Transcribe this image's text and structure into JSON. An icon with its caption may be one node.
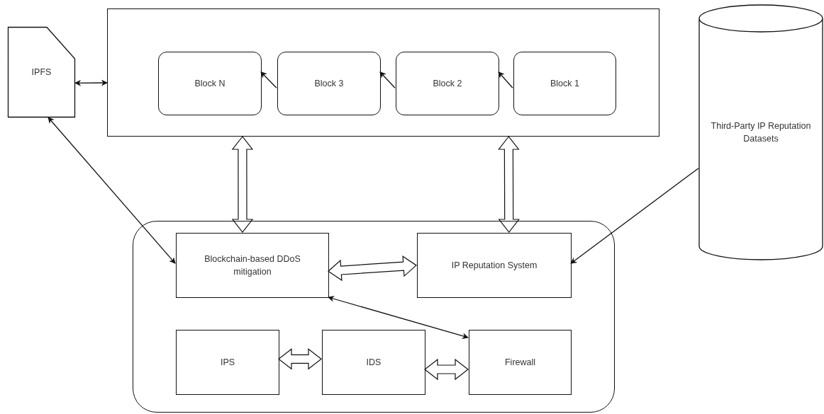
{
  "diagram": {
    "nodes": [
      {
        "text": [
          "IPFS"
        ]
      },
      {
        "text": [],
        "shape": "box"
      },
      {
        "text": [
          "Block N"
        ],
        "in": 1
      },
      {
        "text": [
          "Block 3"
        ],
        "in": 1
      },
      {
        "text": [
          "Block 2"
        ],
        "in": 1
      },
      {
        "text": [
          "Block 1"
        ],
        "in": 1
      },
      {
        "text": [
          "Third-Party IP Reputation Datasets"
        ]
      },
      {
        "text": [],
        "shape": "box"
      },
      {
        "text": [
          "Blockchain-based DDoS mitigation"
        ],
        "in": 7
      },
      {
        "text": [
          "IP Reputation System"
        ],
        "in": 7
      },
      {
        "text": [
          "IPS"
        ],
        "in": 7
      },
      {
        "text": [
          "IDS"
        ],
        "in": 7
      },
      {
        "text": [
          "Firewall"
        ],
        "in": 7
      }
    ],
    "edges": [
      {
        "from": 0,
        "to": 1,
        "arrow": "both"
      },
      {
        "from": 3,
        "to": 2,
        "arrow": "to"
      },
      {
        "from": 4,
        "to": 3,
        "arrow": "to"
      },
      {
        "from": 5,
        "to": 4,
        "arrow": "to"
      },
      {
        "from": 1,
        "to": 8,
        "arrow": "both",
        "style": "thick"
      },
      {
        "from": 1,
        "to": 9,
        "arrow": "both",
        "style": "thick"
      },
      {
        "from": 8,
        "to": 9,
        "arrow": "both",
        "style": "thick"
      },
      {
        "from": 10,
        "to": 11,
        "arrow": "both",
        "style": "thick"
      },
      {
        "from": 11,
        "to": 12,
        "arrow": "both",
        "style": "thick"
      },
      {
        "from": 0,
        "to": 8,
        "arrow": "both"
      },
      {
        "from": 8,
        "to": 12,
        "arrow": "both"
      },
      {
        "from": 6,
        "to": 9,
        "arrow": "to"
      }
    ]
  }
}
